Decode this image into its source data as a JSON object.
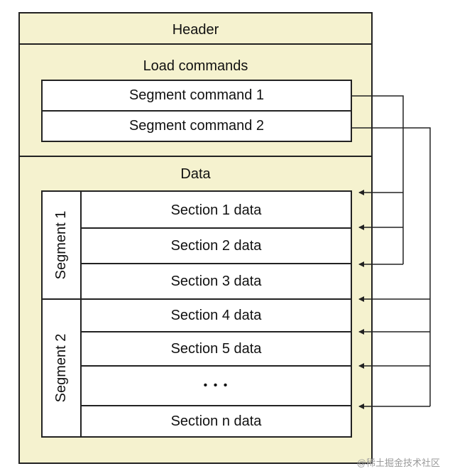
{
  "header": {
    "label": "Header"
  },
  "load_commands": {
    "title": "Load commands",
    "items": [
      "Segment command 1",
      "Segment command 2"
    ]
  },
  "data_region": {
    "title": "Data",
    "segments": [
      {
        "label": "Segment 1",
        "sections": [
          "Section 1 data",
          "Section 2 data",
          "Section 3 data"
        ]
      },
      {
        "label": "Segment 2",
        "sections": [
          "Section 4 data",
          "Section 5 data",
          "• • •",
          "Section n data"
        ]
      }
    ]
  },
  "watermark": "@稀土掘金技术社区",
  "colors": {
    "background": "#f5f2cf",
    "stroke": "#222222",
    "box": "#ffffff"
  }
}
